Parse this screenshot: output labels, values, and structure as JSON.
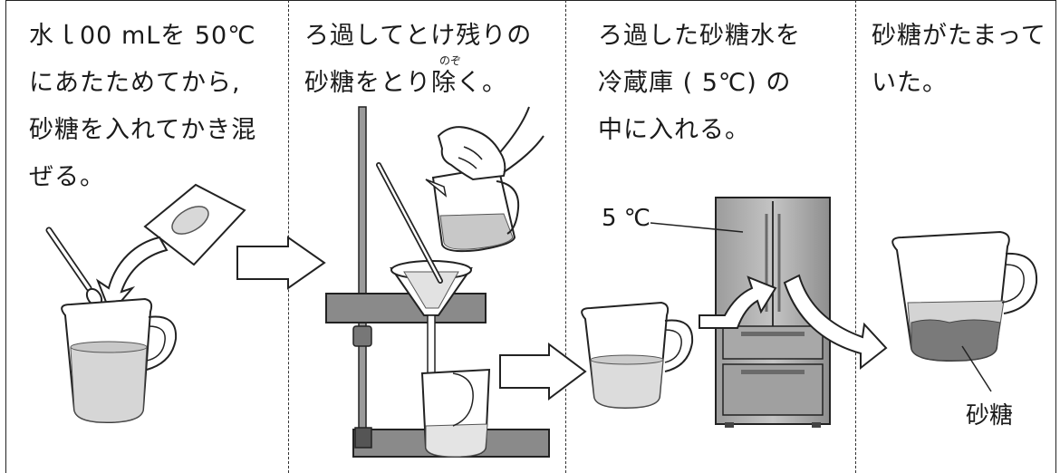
{
  "steps": [
    {
      "lines": [
        "水ｌ00 mLを 50℃",
        "にあたためてから,",
        "砂糖を入れてかき混",
        "ぜる。"
      ]
    },
    {
      "lines": [
        "ろ過してとけ残りの",
        "砂糖をとり除く。"
      ],
      "ruby": "のぞ"
    },
    {
      "lines": [
        "ろ過した砂糖水を",
        "冷蔵庫 ( 5℃) の",
        "中に入れる。"
      ]
    },
    {
      "lines": [
        "砂糖がたまって",
        "いた。"
      ]
    }
  ],
  "labels": {
    "fridge_temp": "5 ℃",
    "sugar": "砂糖"
  }
}
